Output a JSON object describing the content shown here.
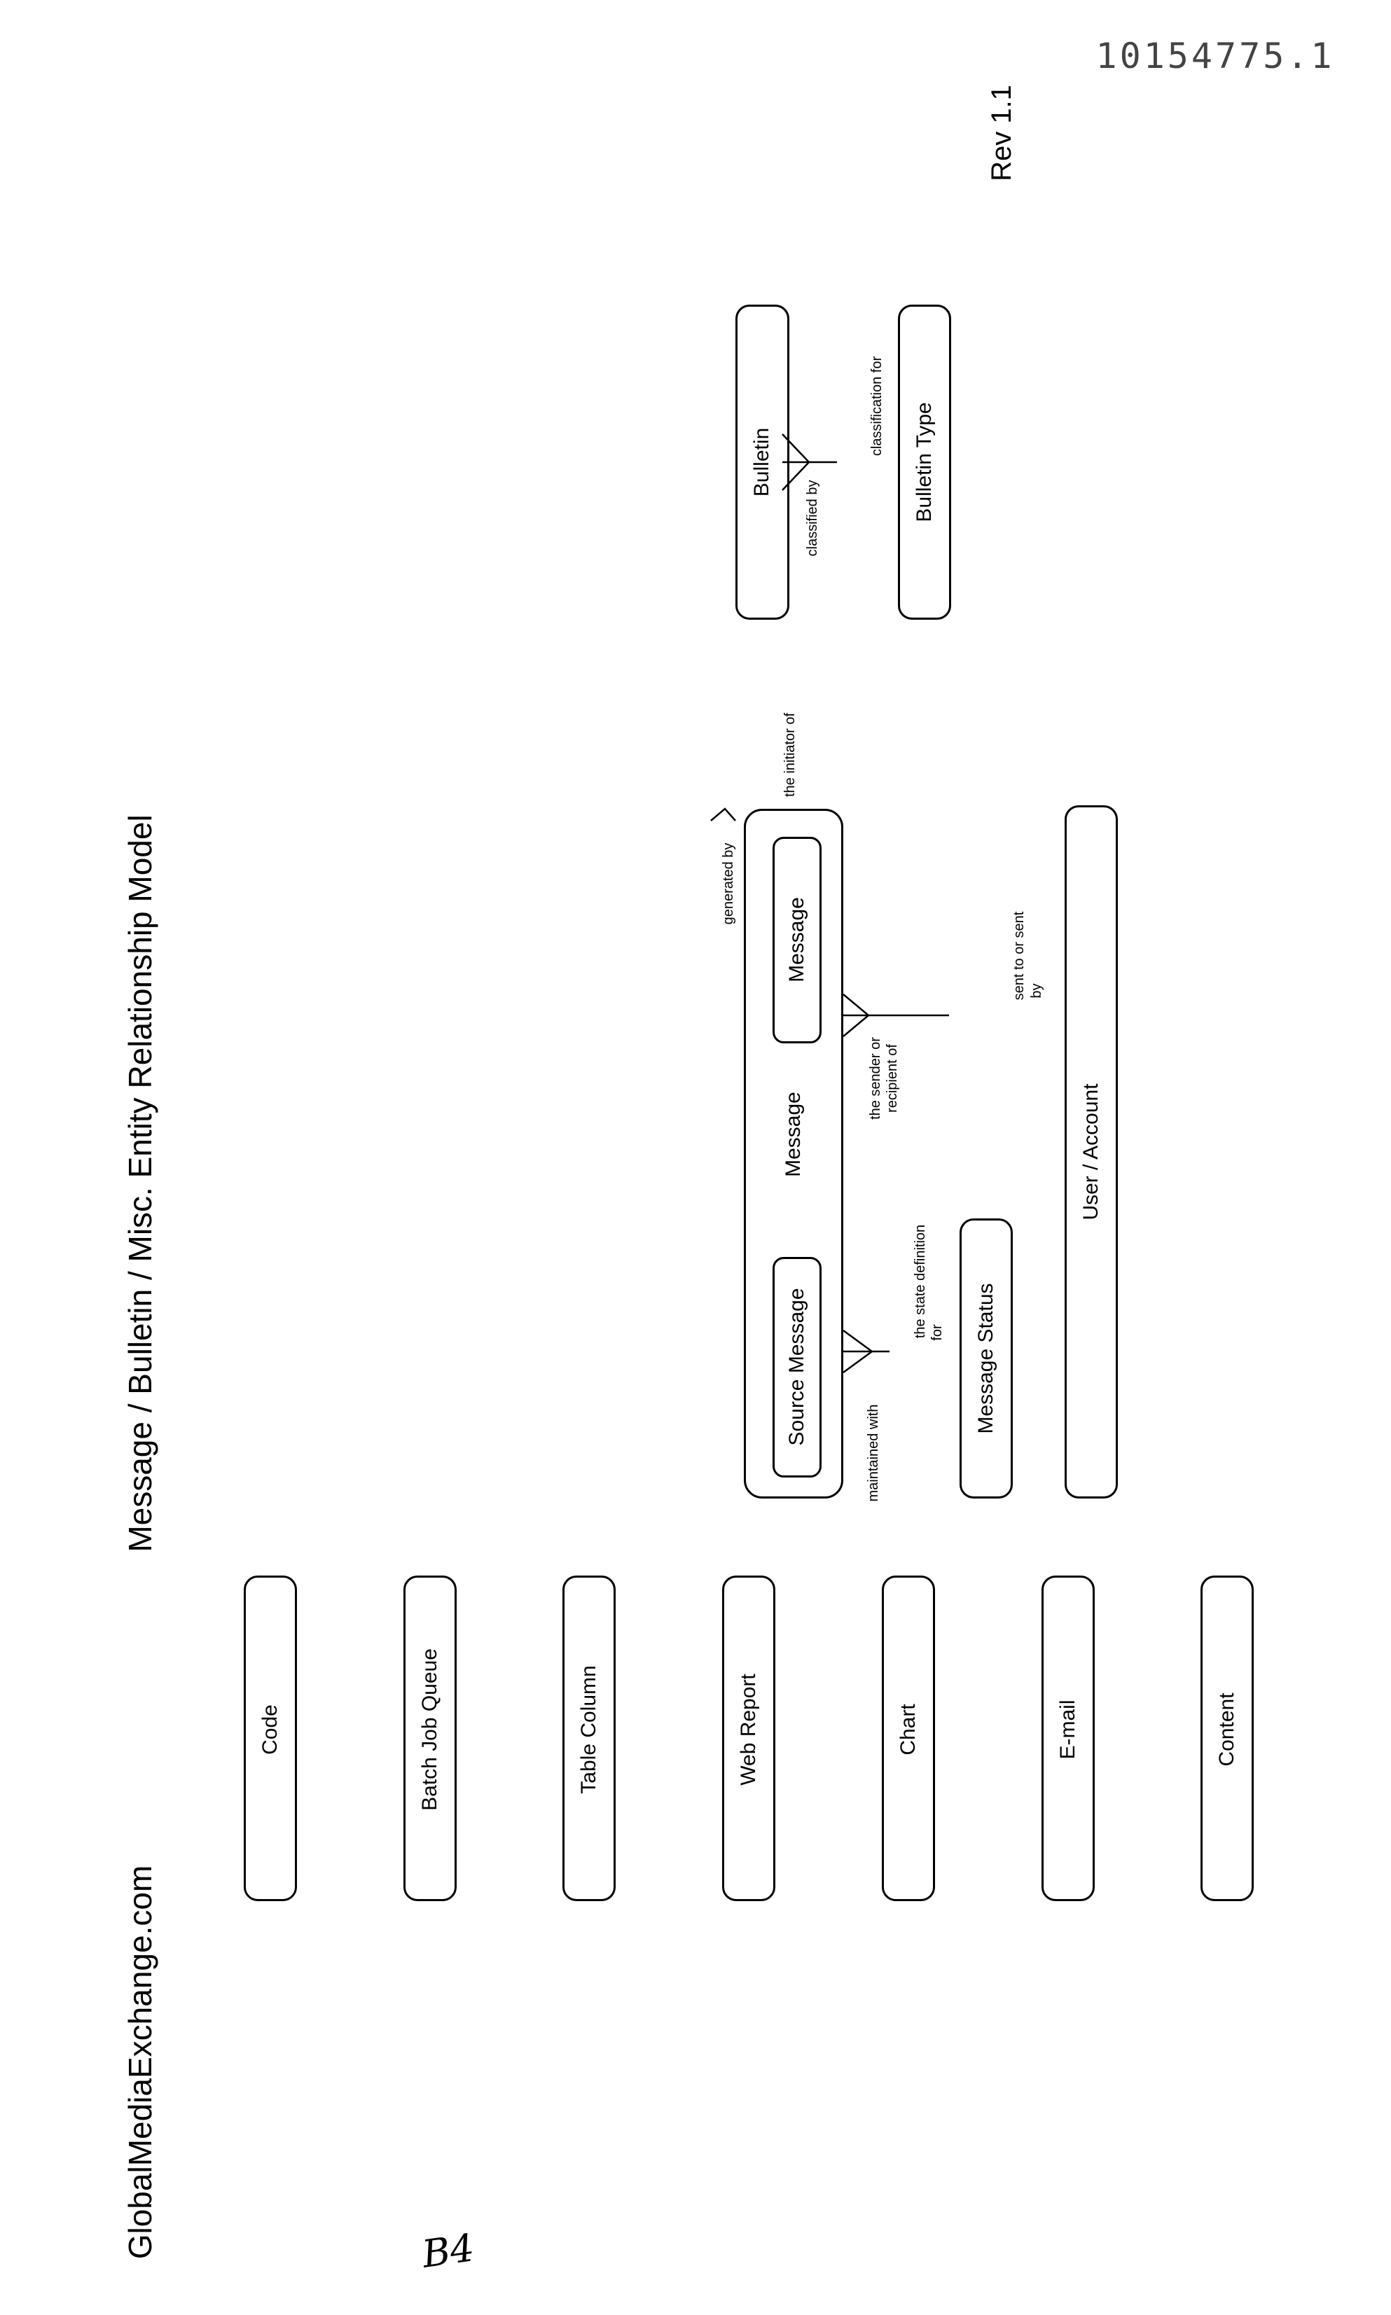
{
  "header": {
    "document_number": "10154775.1",
    "revision": "Rev 1.1",
    "title": "Message / Bulletin / Misc. Entity Relationship Model",
    "company": "GlobalMediaExchange.com",
    "page_mark": "B4"
  },
  "entities": {
    "code": "Code",
    "batch_job_queue": "Batch Job Queue",
    "table_column": "Table Column",
    "web_report": "Web Report",
    "chart": "Chart",
    "email": "E-mail",
    "content": "Content",
    "message_outer": "Message",
    "source_message": "Source Message",
    "message_inner": "Message",
    "message_status": "Message Status",
    "user_account": "User / Account",
    "bulletin": "Bulletin",
    "bulletin_type": "Bulletin Type"
  },
  "relationships": {
    "generated_by": "generated by",
    "initiator_of": "the initiator of",
    "maintained_with": "maintained with",
    "state_definition_for_1": "the state definition",
    "state_definition_for_2": "for",
    "sender_recipient_1": "the sender or",
    "sender_recipient_2": "recipient of",
    "sent_to_1": "sent to or sent",
    "sent_to_2": "by",
    "classified_by": "classified by",
    "classification_for": "classification for"
  }
}
